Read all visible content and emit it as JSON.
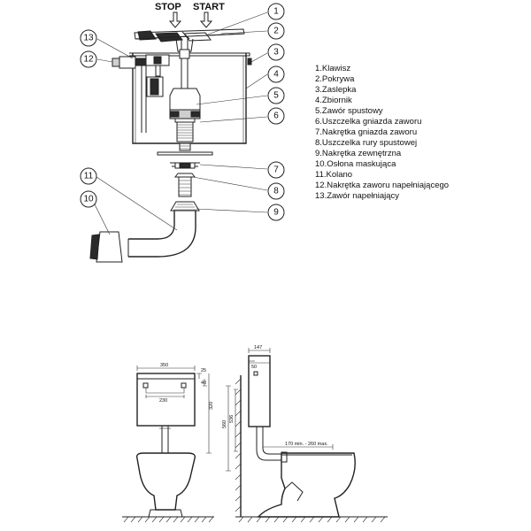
{
  "header": {
    "stop": "STOP",
    "start": "START"
  },
  "legend": [
    "1.Klawisz",
    "2.Pokrywa",
    "3.Zaslepka",
    "4.Zbiornik",
    "5.Zawór spustowy",
    "6.Uszczelka gniazda zaworu",
    "7.Nakrętka gniazda zaworu",
    "8.Uszczelka rury spustowej",
    "9.Nakrętka zewnętrzna",
    "10.Osłona maskująca",
    "11.Kolano",
    "12.Nakrętka zaworu napełniającego",
    "13.Zawór napełniający"
  ],
  "callouts": [
    "1",
    "2",
    "3",
    "4",
    "5",
    "6",
    "7",
    "8",
    "9",
    "10",
    "11",
    "12",
    "13"
  ],
  "dimensions": {
    "front_width": "350",
    "front_inner": "230",
    "front_top": "25",
    "front_side": "40",
    "front_height": "320",
    "side_depth": "147",
    "side_inset": "50",
    "side_h1": "560",
    "side_h2": "536",
    "side_reach": "170 min. - 260 max."
  }
}
